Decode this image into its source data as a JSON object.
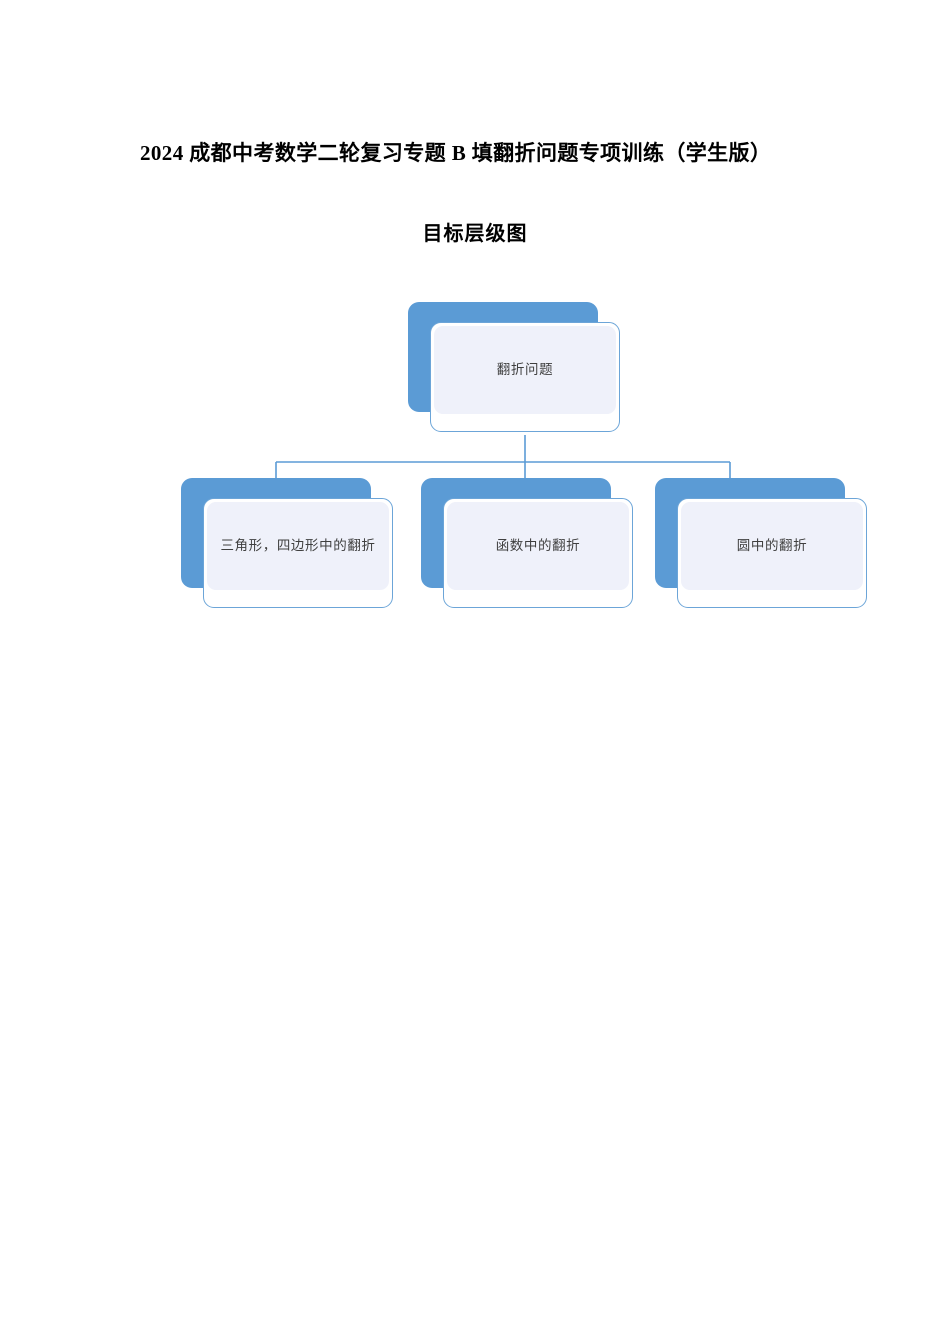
{
  "document": {
    "title": "2024 成都中考数学二轮复习专题  B 填翻折问题专项训练（学生版）",
    "subtitle": "目标层级图"
  },
  "colors": {
    "shadow_blue": "#5B9BD5",
    "card_border": "#6CA5D8",
    "card_fill": "#FFFFFF",
    "inner_panel": "#EFF1FA",
    "connector": "#5B9BD5",
    "label_text": "#3F3F3F",
    "page_background": "#FFFFFF"
  },
  "diagram": {
    "type": "hierarchy",
    "root": {
      "label": "翻折问题"
    },
    "children": [
      {
        "label": "三角形，四边形中的翻折"
      },
      {
        "label": "函数中的翻折"
      },
      {
        "label": "圆中的翻折"
      }
    ]
  }
}
